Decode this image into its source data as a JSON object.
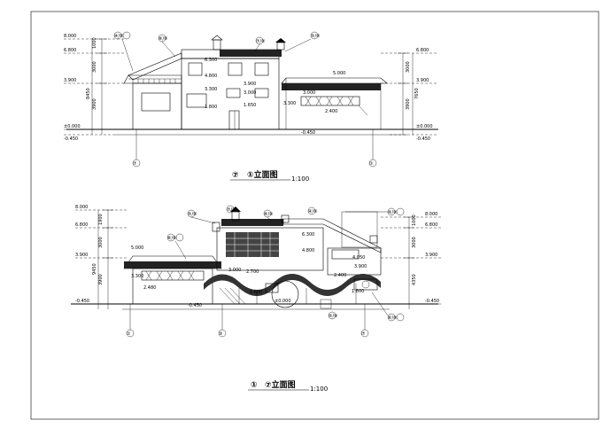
{
  "elevations": {
    "upper": {
      "title_left": "⑦",
      "title_right": "①立面图",
      "scale": "1:100",
      "axis_left": "⑦",
      "axis_right": "①",
      "levels_left": [
        "8.000",
        "6.800",
        "3.900",
        "±0.000",
        "-0.450"
      ],
      "levels_right": [
        "6.800",
        "3.900",
        "±0.000",
        "-0.450"
      ],
      "dims_left": [
        "1000",
        "3000",
        "3900",
        "8450"
      ],
      "dims_right": [
        "3000",
        "3900",
        "7650"
      ],
      "labels": [
        "6.300",
        "4.800",
        "3.900",
        "3.300",
        "3.000",
        "1.650",
        "1.800",
        "5.000",
        "3.000",
        "3.300",
        "2.400",
        "-0.450",
        "-0.450"
      ],
      "callouts": [
        "④/⑧",
        "⑧/⑧",
        "⑦/⑧",
        "⑤/⑧"
      ]
    },
    "lower": {
      "title_left": "①",
      "title_right": "⑦立面图",
      "scale": "1:100",
      "axis_left": "①",
      "axis_mid": "③",
      "axis_right": "⑦",
      "levels_left": [
        "8.000",
        "6.800",
        "3.900",
        "-0.450"
      ],
      "levels_right": [
        "8.000",
        "6.800",
        "3.900",
        "-0.450"
      ],
      "dims_left": [
        "1900",
        "3000",
        "3900",
        "9450"
      ],
      "dims_right": [
        "1000",
        "3000",
        "4350"
      ],
      "labels": [
        "5.000",
        "3.300",
        "2.480",
        "3.000",
        "2.700",
        "0.600",
        "6.300",
        "4.800",
        "4.050",
        "3.900",
        "2.400",
        "1.800",
        "±0.000",
        "-0.450"
      ],
      "callouts": [
        "⑤/⑧",
        "⑦/⑧",
        "⑧/⑧",
        "④/⑧",
        "⑥/⑧",
        "⑨/⑧",
        "⑤/⑧",
        "⑥/⑧",
        "⑨/⑧"
      ]
    }
  }
}
